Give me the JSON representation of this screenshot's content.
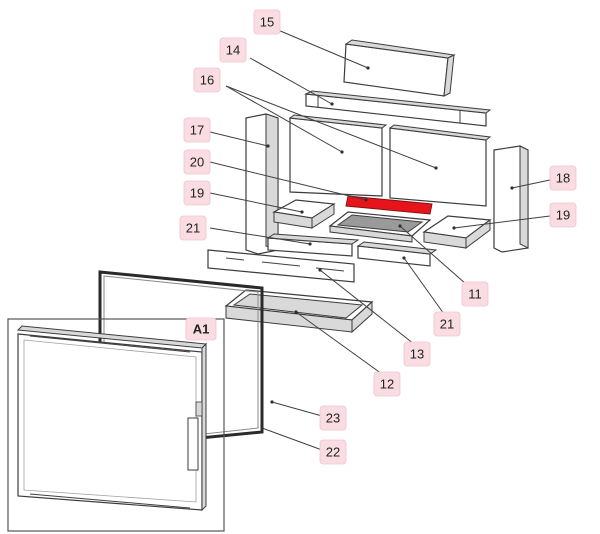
{
  "colors": {
    "callout_fill": "#f9dde3",
    "highlight_part": "#e8141c",
    "outline": "#3c3c3c"
  },
  "inset": {
    "label": "A1"
  },
  "callouts": {
    "c15": "15",
    "c14": "14",
    "c16": "16",
    "c17": "17",
    "c20": "20",
    "c19a": "19",
    "c18": "18",
    "c19b": "19",
    "c21a": "21",
    "c11": "11",
    "c21b": "21",
    "c13": "13",
    "c12": "12",
    "c23": "23",
    "c22": "22"
  }
}
